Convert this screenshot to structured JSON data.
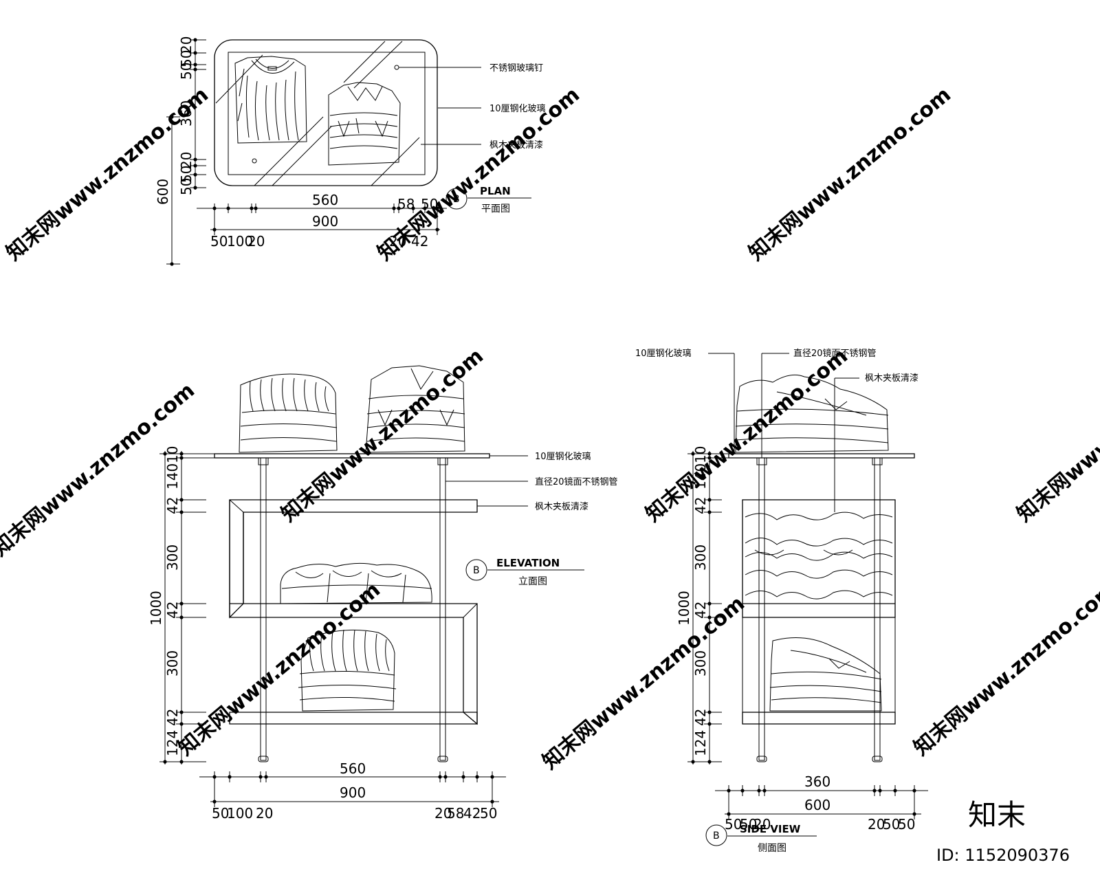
{
  "watermark": {
    "text": "知末网www.znzmo.com",
    "brand": "知末",
    "id_text": "ID: 1152090376"
  },
  "plan": {
    "title": "PLAN",
    "subtitle": "平面图",
    "marker": "B",
    "callouts": [
      "不锈钢玻璃钉",
      "10厘钢化玻璃",
      "枫木夹板清漆"
    ],
    "dims_vertical": [
      "20",
      "50",
      "50",
      "360",
      "20",
      "50",
      "50",
      "600"
    ],
    "dims_horizontal_top": [
      "560",
      "58",
      "50"
    ],
    "dims_horizontal_total": "900",
    "dims_horizontal_bottom": [
      "50",
      "100",
      "20",
      "20",
      "42"
    ]
  },
  "elevation": {
    "title": "ELEVATION",
    "subtitle": "立面图",
    "marker": "B",
    "callouts": [
      "10厘钢化玻璃",
      "直径20镜面不锈钢管",
      "枫木夹板清漆"
    ],
    "dims_vertical": [
      "10",
      "140",
      "42",
      "300",
      "42",
      "300",
      "42",
      "124",
      "1000"
    ],
    "dims_horizontal_top": "560",
    "dims_horizontal_total": "900",
    "dims_horizontal_bottom": [
      "50",
      "100",
      "20",
      "20",
      "58",
      "42",
      "50"
    ]
  },
  "side_view": {
    "title": "SIDE VIEW",
    "subtitle": "侧面图",
    "marker": "B",
    "callouts": [
      "10厘钢化玻璃",
      "直径20镜面不锈钢管",
      "枫木夹板清漆"
    ],
    "dims_vertical": [
      "10",
      "140",
      "42",
      "300",
      "42",
      "300",
      "42",
      "124",
      "1000"
    ],
    "dims_horizontal_top": "360",
    "dims_horizontal_total": "600",
    "dims_horizontal_bottom": [
      "50",
      "50",
      "20",
      "20",
      "50",
      "50"
    ]
  }
}
